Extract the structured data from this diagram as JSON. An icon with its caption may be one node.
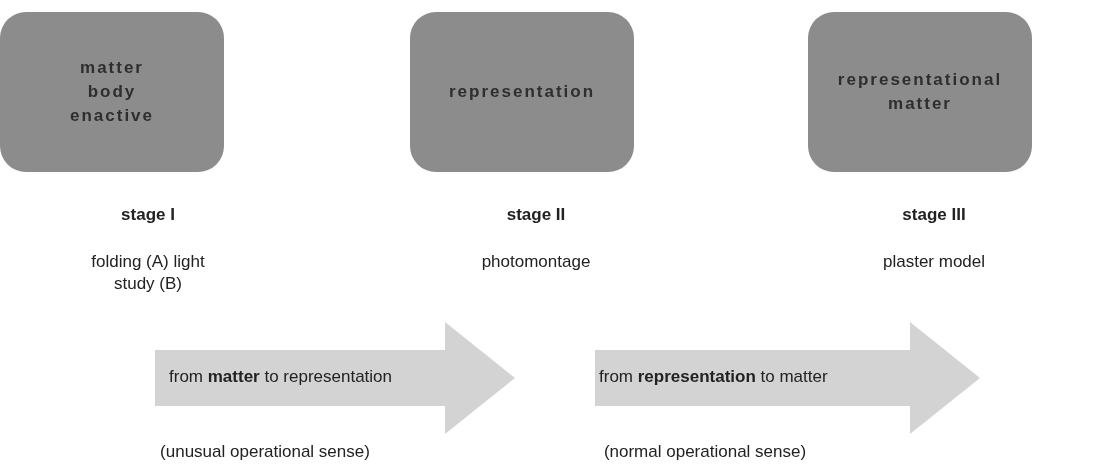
{
  "diagram": {
    "nodes": [
      {
        "text": [
          "matter body enactive"
        ],
        "beside": [
          "stage I",
          "folding (A) light study (B)"
        ]
      },
      {
        "text": [
          "representation"
        ],
        "beside": [
          "stage II",
          "photomontage"
        ]
      },
      {
        "text": [
          "representational matter"
        ],
        "beside": [
          "stage III",
          "plaster model"
        ]
      },
      {
        "text": [
          "from **matter** to representation"
        ],
        "beside": [
          "(unusual operational sense)"
        ]
      },
      {
        "text": [
          "from **representation** to matter"
        ],
        "beside": [
          "(normal operational sense)"
        ]
      }
    ]
  }
}
